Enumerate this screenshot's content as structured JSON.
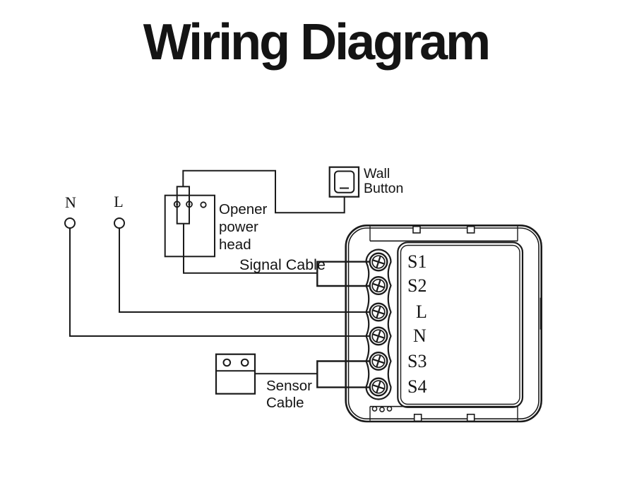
{
  "title": "Wiring Diagram",
  "colors": {
    "line": "#1b1b1b",
    "background": "#ffffff"
  },
  "power_input": {
    "neutral_label": "N",
    "live_label": "L"
  },
  "opener": {
    "label": "Opener\npower\nhead"
  },
  "wall_button": {
    "label": "Wall\nButton"
  },
  "signal_cable": {
    "label": "Signal Cable"
  },
  "sensor_cable": {
    "label": "Sensor\nCable"
  },
  "module": {
    "terminals": [
      {
        "label": "S1"
      },
      {
        "label": "S2"
      },
      {
        "label": "L"
      },
      {
        "label": "N"
      },
      {
        "label": "S3"
      },
      {
        "label": "S4"
      }
    ]
  }
}
